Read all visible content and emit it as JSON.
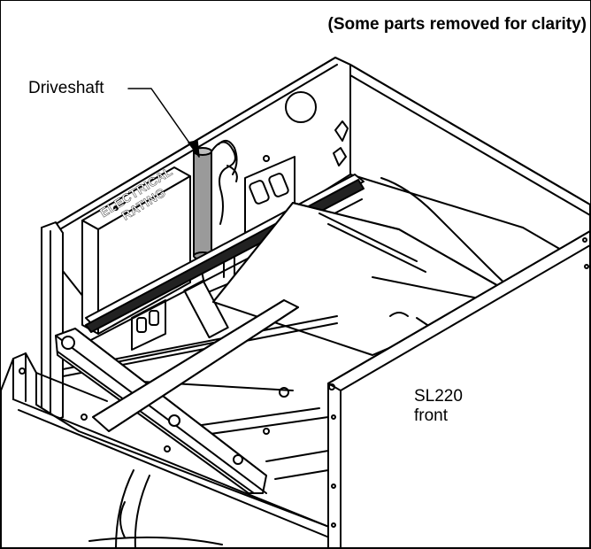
{
  "figure": {
    "caption": "(Some parts removed for clarity)",
    "callouts": {
      "driveshaft": "Driveshaft",
      "model": "SL220",
      "side": "front"
    },
    "panel_text": {
      "line1": "ELECTRICAL",
      "line2": "RATING"
    }
  }
}
